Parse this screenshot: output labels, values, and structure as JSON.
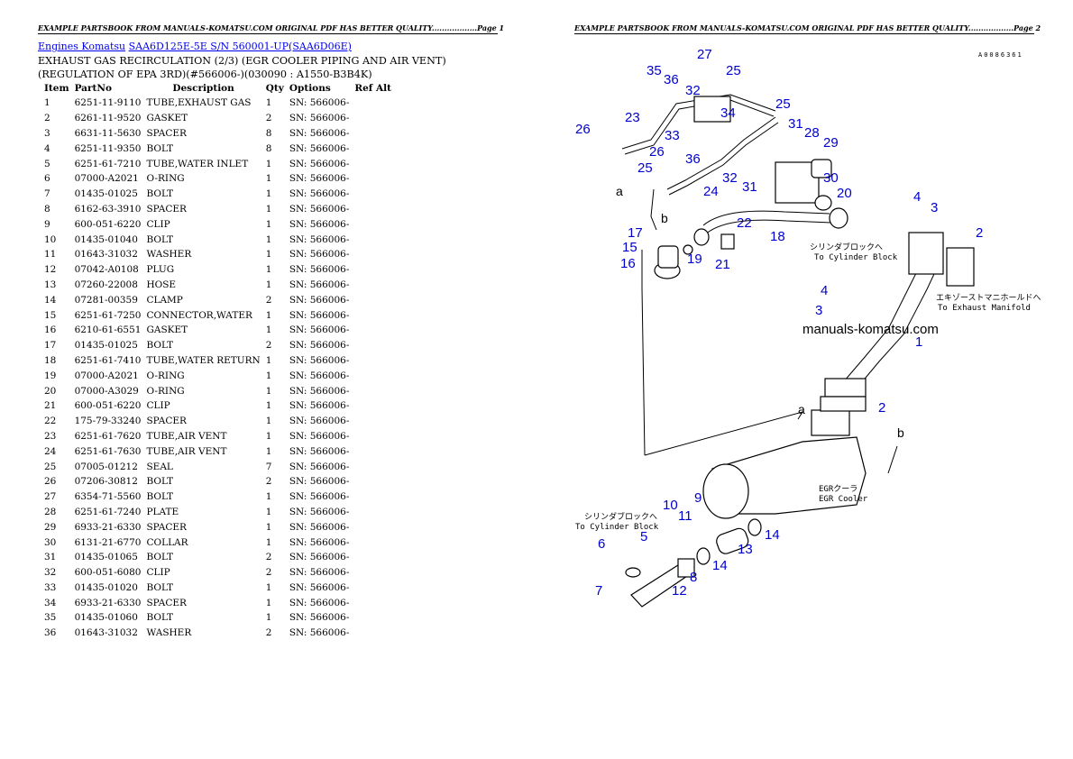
{
  "header": {
    "page1": "EXAMPLE PARTSBOOK FROM MANUALS-KOMATSU.COM ORIGINAL PDF HAS BETTER QUALITY..................Page 1",
    "page2": "EXAMPLE PARTSBOOK FROM MANUALS-KOMATSU.COM ORIGINAL PDF HAS BETTER QUALITY..................Page 2"
  },
  "breadcrumb": {
    "link1": "Engines Komatsu",
    "link2": "SAA6D125E-5E S/N 560001-UP(SAA6D06E)"
  },
  "title": "EXHAUST GAS RECIRCULATION (2/3) (EGR COOLER PIPING AND AIR VENT) (REGULATION OF EPA 3RD)(#566006-)(030090 : A1550-B3B4K)",
  "table": {
    "columns": [
      "Item",
      "PartNo",
      "Description",
      "Qty",
      "Options",
      "Ref Alt"
    ],
    "rows": [
      [
        "1",
        "6251-11-9110",
        "TUBE,EXHAUST GAS",
        "1",
        "SN: 566006-",
        ""
      ],
      [
        "2",
        "6261-11-9520",
        "GASKET",
        "2",
        "SN: 566006-",
        ""
      ],
      [
        "3",
        "6631-11-5630",
        "SPACER",
        "8",
        "SN: 566006-",
        ""
      ],
      [
        "4",
        "6251-11-9350",
        "BOLT",
        "8",
        "SN: 566006-",
        ""
      ],
      [
        "5",
        "6251-61-7210",
        "TUBE,WATER INLET",
        "1",
        "SN: 566006-",
        ""
      ],
      [
        "6",
        "07000-A2021",
        "O-RING",
        "1",
        "SN: 566006-",
        ""
      ],
      [
        "7",
        "01435-01025",
        "BOLT",
        "1",
        "SN: 566006-",
        ""
      ],
      [
        "8",
        "6162-63-3910",
        "SPACER",
        "1",
        "SN: 566006-",
        ""
      ],
      [
        "9",
        "600-051-6220",
        "CLIP",
        "1",
        "SN: 566006-",
        ""
      ],
      [
        "10",
        "01435-01040",
        "BOLT",
        "1",
        "SN: 566006-",
        ""
      ],
      [
        "11",
        "01643-31032",
        "WASHER",
        "1",
        "SN: 566006-",
        ""
      ],
      [
        "12",
        "07042-A0108",
        "PLUG",
        "1",
        "SN: 566006-",
        ""
      ],
      [
        "13",
        "07260-22008",
        "HOSE",
        "1",
        "SN: 566006-",
        ""
      ],
      [
        "14",
        "07281-00359",
        "CLAMP",
        "2",
        "SN: 566006-",
        ""
      ],
      [
        "15",
        "6251-61-7250",
        "CONNECTOR,WATER",
        "1",
        "SN: 566006-",
        ""
      ],
      [
        "16",
        "6210-61-6551",
        "GASKET",
        "1",
        "SN: 566006-",
        ""
      ],
      [
        "17",
        "01435-01025",
        "BOLT",
        "2",
        "SN: 566006-",
        ""
      ],
      [
        "18",
        "6251-61-7410",
        "TUBE,WATER RETURN",
        "1",
        "SN: 566006-",
        ""
      ],
      [
        "19",
        "07000-A2021",
        "O-RING",
        "1",
        "SN: 566006-",
        ""
      ],
      [
        "20",
        "07000-A3029",
        "O-RING",
        "1",
        "SN: 566006-",
        ""
      ],
      [
        "21",
        "600-051-6220",
        "CLIP",
        "1",
        "SN: 566006-",
        ""
      ],
      [
        "22",
        "175-79-33240",
        "SPACER",
        "1",
        "SN: 566006-",
        ""
      ],
      [
        "23",
        "6251-61-7620",
        "TUBE,AIR VENT",
        "1",
        "SN: 566006-",
        ""
      ],
      [
        "24",
        "6251-61-7630",
        "TUBE,AIR VENT",
        "1",
        "SN: 566006-",
        ""
      ],
      [
        "25",
        "07005-01212",
        "SEAL",
        "7",
        "SN: 566006-",
        ""
      ],
      [
        "26",
        "07206-30812",
        "BOLT",
        "2",
        "SN: 566006-",
        ""
      ],
      [
        "27",
        "6354-71-5560",
        "BOLT",
        "1",
        "SN: 566006-",
        ""
      ],
      [
        "28",
        "6251-61-7240",
        "PLATE",
        "1",
        "SN: 566006-",
        ""
      ],
      [
        "29",
        "6933-21-6330",
        "SPACER",
        "1",
        "SN: 566006-",
        ""
      ],
      [
        "30",
        "6131-21-6770",
        "COLLAR",
        "1",
        "SN: 566006-",
        ""
      ],
      [
        "31",
        "01435-01065",
        "BOLT",
        "2",
        "SN: 566006-",
        ""
      ],
      [
        "32",
        "600-051-6080",
        "CLIP",
        "2",
        "SN: 566006-",
        ""
      ],
      [
        "33",
        "01435-01020",
        "BOLT",
        "1",
        "SN: 566006-",
        ""
      ],
      [
        "34",
        "6933-21-6330",
        "SPACER",
        "1",
        "SN: 566006-",
        ""
      ],
      [
        "35",
        "01435-01060",
        "BOLT",
        "1",
        "SN: 566006-",
        ""
      ],
      [
        "36",
        "01643-31032",
        "WASHER",
        "2",
        "SN: 566006-",
        ""
      ]
    ]
  },
  "diagram": {
    "drawing_code": "A0086361",
    "watermark": "manuals-komatsu.com",
    "labels": {
      "cyl_block_jp": "シリンダブロックへ",
      "cyl_block_en": "To Cylinder Block",
      "exh_jp": "エキゾーストマニホールドへ",
      "exh_en": "To Exhaust Manifold",
      "egr_jp": "EGRクーラ",
      "egr_en": "EGR Cooler",
      "cyl_block_jp_2": "シリンダブロックへ",
      "cyl_block_en_2": "To Cylinder Block"
    },
    "letters": [
      "a",
      "b",
      "b",
      "a"
    ],
    "callouts": [
      "27",
      "25",
      "35",
      "36",
      "32",
      "25",
      "23",
      "34",
      "31",
      "26",
      "28",
      "29",
      "33",
      "26",
      "36",
      "25",
      "30",
      "24",
      "32",
      "31",
      "20",
      "4",
      "3",
      "17",
      "22",
      "2",
      "15",
      "19",
      "21",
      "18",
      "16",
      "4",
      "3",
      "1",
      "2",
      "10",
      "11",
      "9",
      "5",
      "6",
      "8",
      "14",
      "13",
      "14",
      "12",
      "7"
    ]
  }
}
